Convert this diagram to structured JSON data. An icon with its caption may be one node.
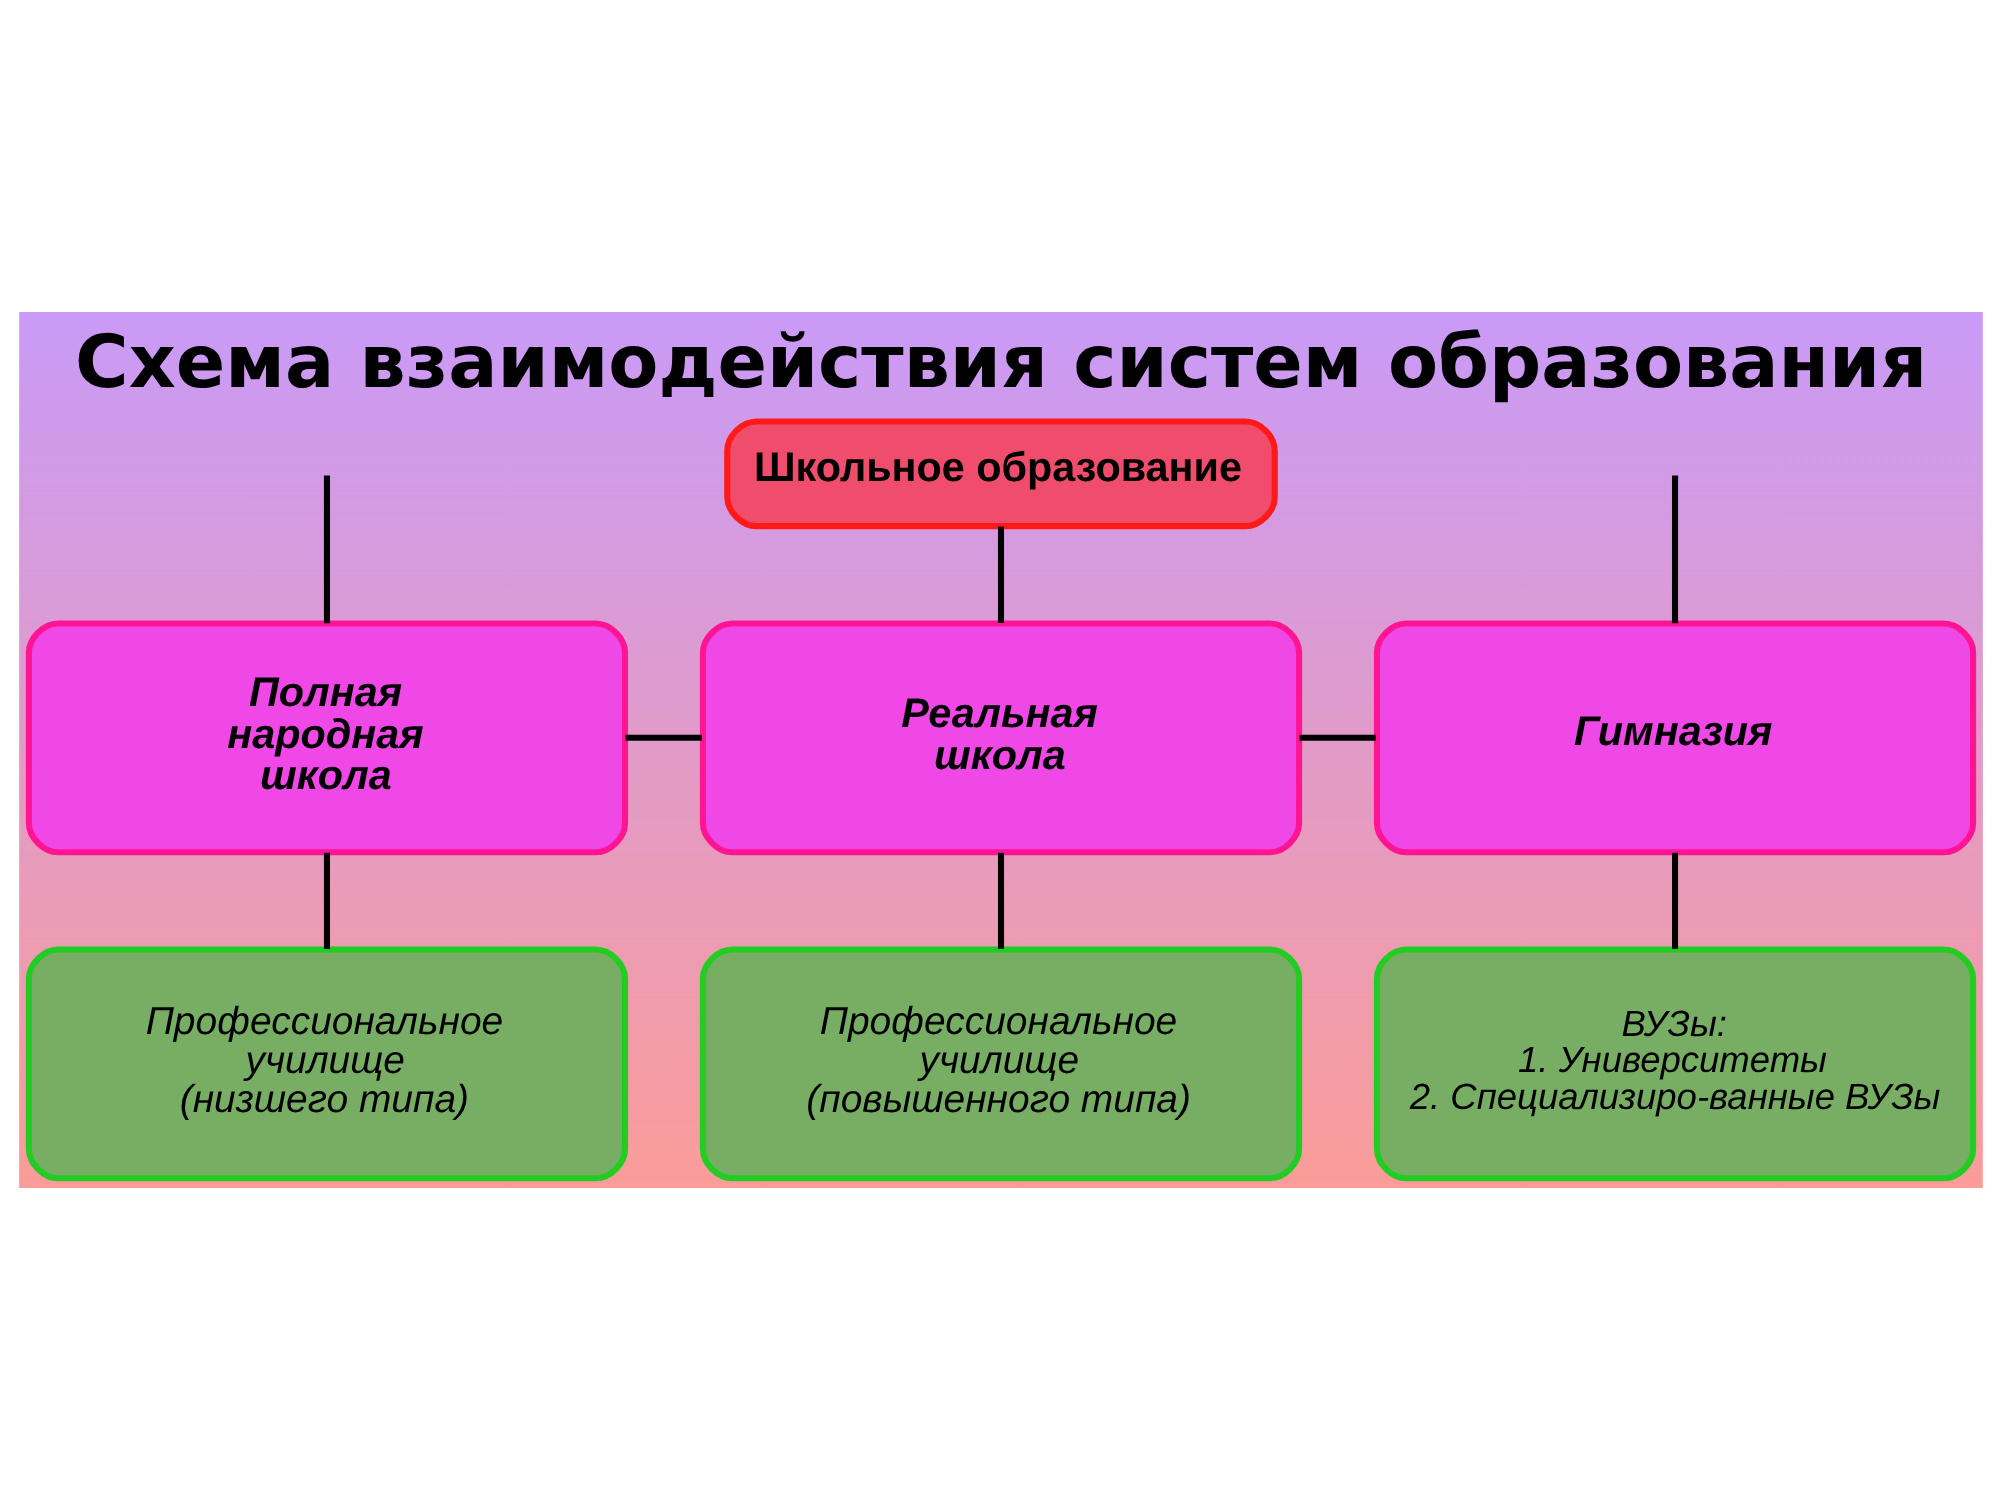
{
  "diagram": {
    "title": "Схема взаимодействия систем образования",
    "nodes": [
      {
        "text": [
          "Школьное образование"
        ]
      },
      {
        "text": [
          "Полная народная школа"
        ]
      },
      {
        "text": [
          "Реальная школа"
        ]
      },
      {
        "text": [
          "Гимназия"
        ]
      },
      {
        "text": [
          "Профессиональное училище (низшего типа)"
        ]
      },
      {
        "text": [
          "Профессиональное училище (повышенного типа)"
        ]
      },
      {
        "text": [
          "ВУЗы:",
          "1. Университеты",
          "2. Специализиро-ванные ВУЗы"
        ]
      }
    ],
    "edges": [
      {
        "from": 0,
        "to": 2,
        "arrow": "none"
      },
      {
        "from": null,
        "to": 1,
        "arrow": "none"
      },
      {
        "from": 3,
        "to": null,
        "arrow": "none"
      },
      {
        "from": 1,
        "to": 4,
        "arrow": "none"
      },
      {
        "from": 2,
        "to": 5,
        "arrow": "none"
      },
      {
        "from": 3,
        "to": 6,
        "arrow": "none"
      },
      {
        "from": 1,
        "to": 2,
        "arrow": "none"
      },
      {
        "from": 2,
        "to": 3,
        "arrow": "none"
      }
    ]
  }
}
